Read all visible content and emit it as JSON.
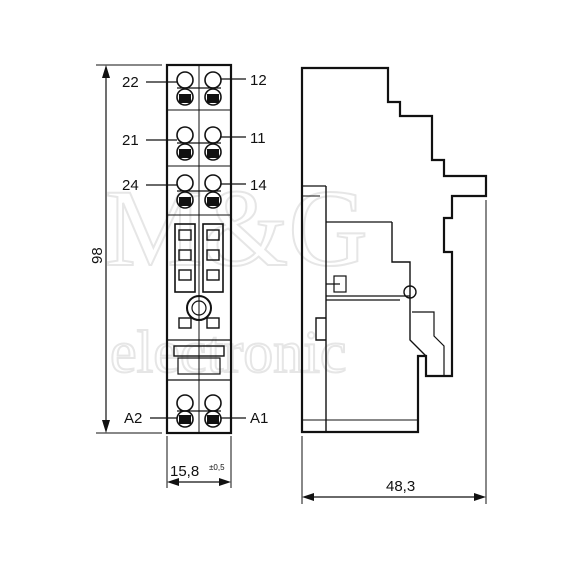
{
  "terminals": {
    "left": [
      "22",
      "21",
      "24",
      "A2"
    ],
    "right": [
      "12",
      "11",
      "14",
      "A1"
    ]
  },
  "dimensions": {
    "height": "98",
    "width_main": "15,8",
    "width_tolerance": "±0,5",
    "depth": "48,3"
  },
  "watermark": {
    "line1": "M&G",
    "line2": "electronic"
  }
}
